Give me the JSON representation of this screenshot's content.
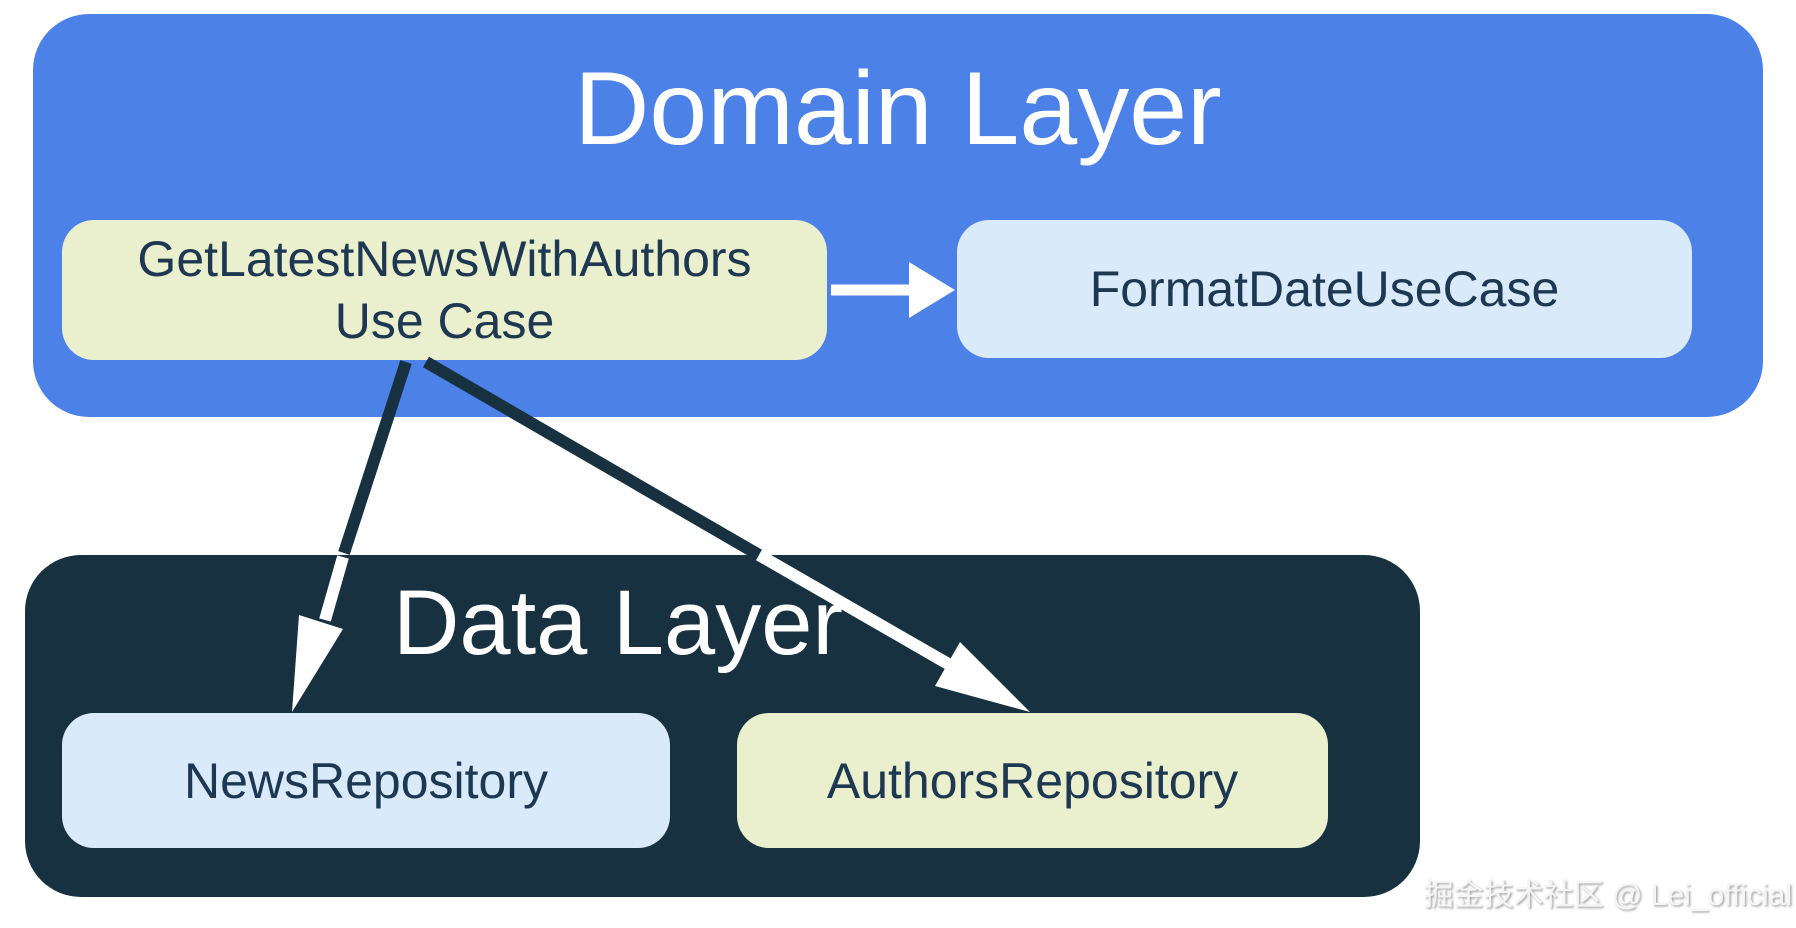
{
  "domain_layer": {
    "title": "Domain Layer",
    "use_case_box": {
      "line1": "GetLatestNewsWithAuthors",
      "line2": "Use Case"
    },
    "format_date_box": {
      "label": "FormatDateUseCase"
    }
  },
  "data_layer": {
    "title": "Data Layer",
    "news_repository": {
      "label": "NewsRepository"
    },
    "authors_repository": {
      "label": "AuthorsRepository"
    }
  },
  "arrows": [
    {
      "from": "GetLatestNewsWithAuthors Use Case",
      "to": "FormatDateUseCase"
    },
    {
      "from": "GetLatestNewsWithAuthors Use Case",
      "to": "NewsRepository"
    },
    {
      "from": "GetLatestNewsWithAuthors Use Case",
      "to": "AuthorsRepository"
    }
  ],
  "watermark": {
    "text": "掘金技术社区 @ Lei_official"
  },
  "colors": {
    "page_bg": "#FFFFFF",
    "domain_bg": "#4C81E8",
    "data_bg": "#173140",
    "usecase_yellow_bg": "#EAEFCE",
    "light_blue_bg": "#D9EAFB",
    "label_text": "#1D3850",
    "title_text": "#FFFFFF",
    "arrow_light": "#FFFFFF",
    "watermark_text": "#F5F5F5"
  }
}
